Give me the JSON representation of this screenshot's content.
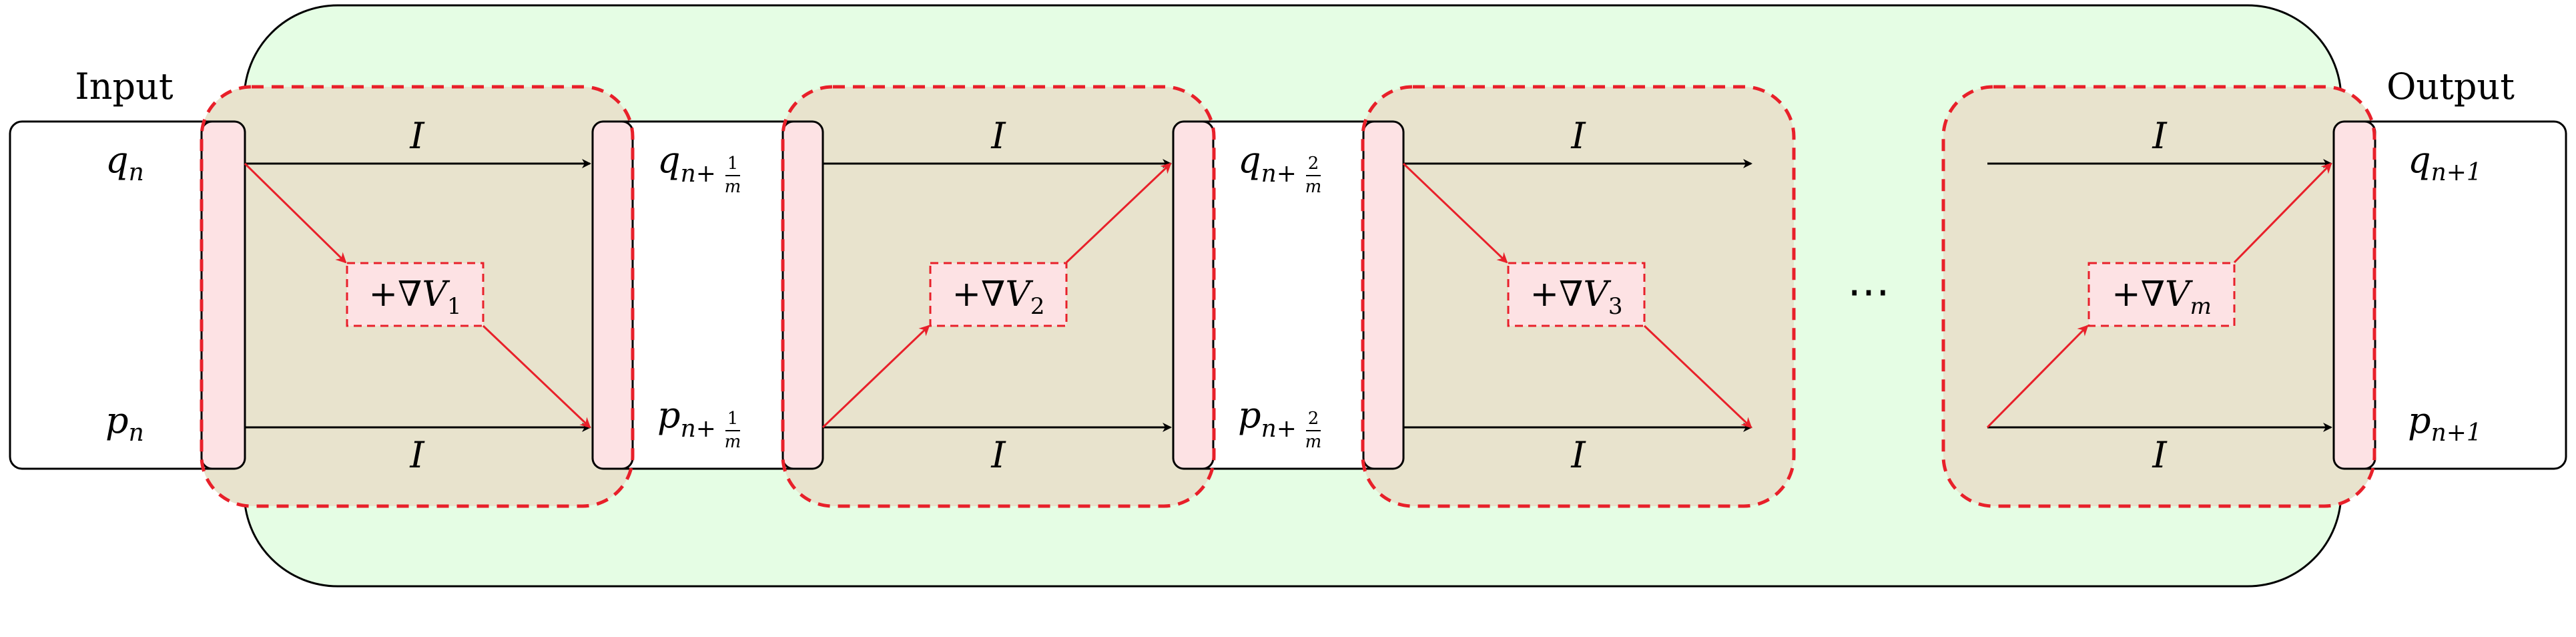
{
  "labels": {
    "input": "Input",
    "output": "Output",
    "identity": "I",
    "ellipsis": "⋯"
  },
  "math": {
    "q_symbol": "q",
    "p_symbol": "p",
    "grad_prefix": "+∇",
    "potential_symbol": "V",
    "n_subscript": "n",
    "n_plus": "n+",
    "frac_one": "1",
    "frac_two": "2",
    "frac_den": "m",
    "n_plus_one": "n+1",
    "grad_sub_1": "1",
    "grad_sub_2": "2",
    "grad_sub_3": "3",
    "grad_sub_m": "m"
  },
  "colors": {
    "outer_fill": "#e5fde4",
    "stage_fill": "#e8e3cd",
    "pink_fill": "#fde2e4",
    "red": "#e8202a",
    "black": "#000000",
    "white": "#ffffff"
  }
}
